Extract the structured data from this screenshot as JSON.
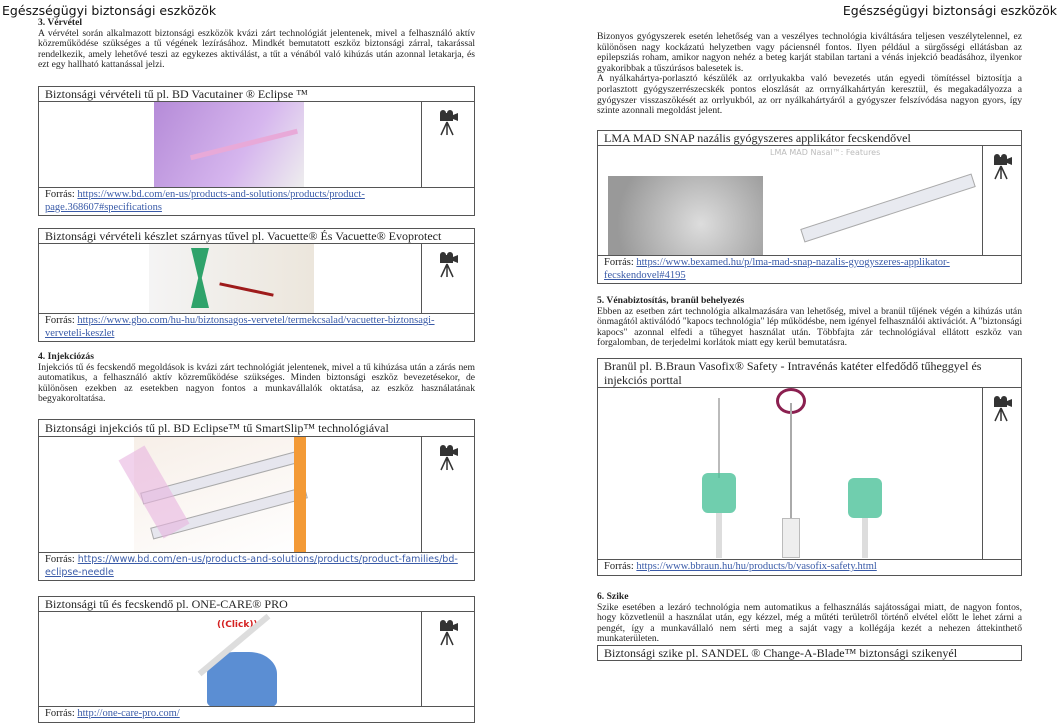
{
  "header": {
    "left": "Egészségügyi biztonsági eszközök",
    "right": "Egészségügyi biztonsági eszközök"
  },
  "source_label": "Forrás:",
  "sections": {
    "s3": {
      "title": "3. Vérvétel",
      "text": "A vérvétel során alkalmazott biztonsági eszközök kvázi zárt technológiát jelentenek, mivel a felhasználó aktív közreműködése szükséges a tű végének lezírásához. Mindkét bemutatott eszköz biztonsági zárral, takarással rendelkezik, amely lehetővé teszi az egykezes aktiválást, a tűt a vénából való kihúzás után azonnal letakarja, és ezt egy hallható kattanással jelzi."
    },
    "s4": {
      "title": "4. Injekciózás",
      "text": "Injekciós tű és fecskendő megoldások is kvázi zárt technológiát jelentenek, mivel a tű kihúzása után a zárás nem automatikus, a felhasználó aktív közreműködése szükséges. Minden biztonsági eszköz bevezetésekor, de különösen ezekben az esetekben nagyon fontos a munkavállalók oktatása, az eszköz használatának begyakoroltatása."
    },
    "intro_right": {
      "p1": "Bizonyos gyógyszerek esetén lehetőség van a veszélyes technológia kiváltására teljesen veszélytelennel, ez különösen nagy kockázatú helyzetben vagy páciensnél fontos. Ilyen például a sürgősségi ellátásban az epilepsziás roham, amikor nagyon nehéz a beteg karját stabilan tartani a vénás injekció beadásához, ilyenkor gyakoribbak a tűszúrásos balesetek is.",
      "p2": "A nyálkahártya-porlasztó készülék az orrlyukakba való bevezetés után egyedi tömítéssel biztosítja a porlasztott gyógyszerrészecskék pontos eloszlását az orrnyálkahártyán keresztül, és megakadályozza a gyógyszer visszaszökését az orrlyukból, az orr nyálkahártyáról a gyógyszer felszívódása nagyon gyors, így szinte azonnali megoldást jelent."
    },
    "s5": {
      "title": "5. Vénabiztosítás, branül behelyezés",
      "text": "Ebben az esetben zárt technológia alkalmazására van lehetőség, mivel a branül tűjének végén a kihúzás után önmagától aktiválódó \"kapocs technológia\" lép működésbe, nem igényel felhasználói aktivációt. A \"biztonsági kapocs\" azonnal elfedi a tűhegyet használat után. Többfajta zár technológiával ellátott eszköz van forgalomban, de terjedelmi korlátok miatt egy kerül bemutatásra."
    },
    "s6": {
      "title": "6. Szike",
      "text": "Szike esetében a lezáró technológia nem automatikus a felhasználás sajátosságai miatt, de nagyon fontos, hogy közvetlenül a használat után, egy kézzel, még a műtéti területről történő elvétel előtt le lehet zárni a pengét, így a munkavállaló nem sérti meg a saját vagy a kollégája kezét a nehezen áttekinthető munkaterületen."
    }
  },
  "boxes": {
    "b1": {
      "title": "Biztonsági vérvételi tű pl. BD Vacutainer ® Eclipse ™",
      "url": "https://www.bd.com/en-us/products-and-solutions/products/product-page.368607#specifications"
    },
    "b2": {
      "title": "Biztonsági vérvételi készlet szárnyas tűvel pl. Vacuette® És Vacuette® Evoprotect",
      "url": "https://www.gbo.com/hu-hu/biztonsagos-vervetel/termekcsalad/vacuetter-biztonsagi-verveteli-keszlet"
    },
    "b3": {
      "title": "Biztonsági injekciós tű pl. BD Eclipse™ tű SmartSlip™ technológiával",
      "url": "https://www.bd.com/en-us/products-and-solutions/products/product-families/bd-eclipse-needle"
    },
    "b4": {
      "title": "Biztonsági tű és fecskendő pl. ONE-CARE® PRO",
      "url": "http://one-care-pro.com/",
      "img_text": "((Click))"
    },
    "b5": {
      "title": "LMA MAD SNAP nazális gyógyszeres applikátor fecskendővel",
      "url": "https://www.bexamed.hu/p/lma-mad-snap-nazalis-gyogyszeres-applikator-fecskendovel#4195",
      "img_text": "LMA MAD Nasal™: Features"
    },
    "b6": {
      "title": "Branül pl. B.Braun Vasofix® Safety - Intravénás katéter elfedődő tűheggyel és injekciós porttal",
      "url": "https://www.bbraun.hu/hu/products/b/vasofix-safety.html"
    },
    "b7": {
      "title": "Biztonsági szike pl. SANDEL ® Change-A-Blade™ biztonsági szikenyél"
    }
  }
}
